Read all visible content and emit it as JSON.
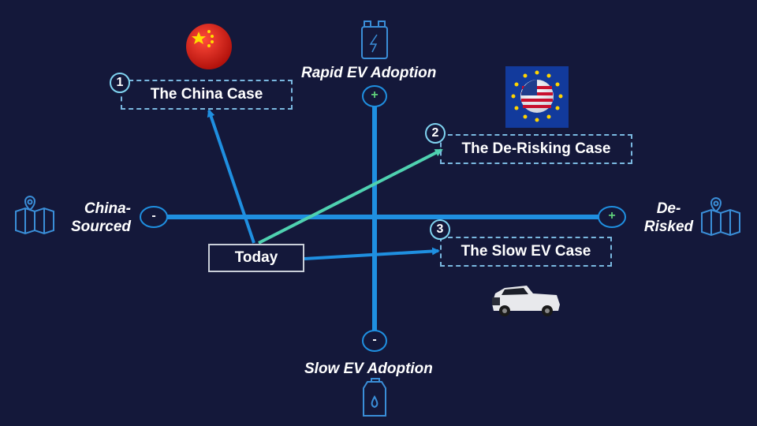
{
  "axes": {
    "top_label": "Rapid EV Adoption",
    "bottom_label": "Slow EV Adoption",
    "left_label_line1": "China-",
    "left_label_line2": "Sourced",
    "right_label_line1": "De-",
    "right_label_line2": "Risked",
    "plus_sign": "+",
    "minus_sign": "-"
  },
  "origin": {
    "label": "Today"
  },
  "cases": [
    {
      "number": "1",
      "label": "The China Case"
    },
    {
      "number": "2",
      "label": "The De-Risking Case"
    },
    {
      "number": "3",
      "label": "The Slow EV Case"
    }
  ],
  "colors": {
    "background": "#14183a",
    "axis": "#1f8fe0",
    "arrow_blue": "#1f8fe0",
    "arrow_teal": "#4fd1b0",
    "dashed_border": "#7ab8e0",
    "plus_green": "#5fd07a"
  },
  "icons": [
    "china-flag-icon",
    "eu-us-flag-icon",
    "battery-icon",
    "fuel-can-icon",
    "map-pin-icon",
    "pickup-truck-icon"
  ]
}
